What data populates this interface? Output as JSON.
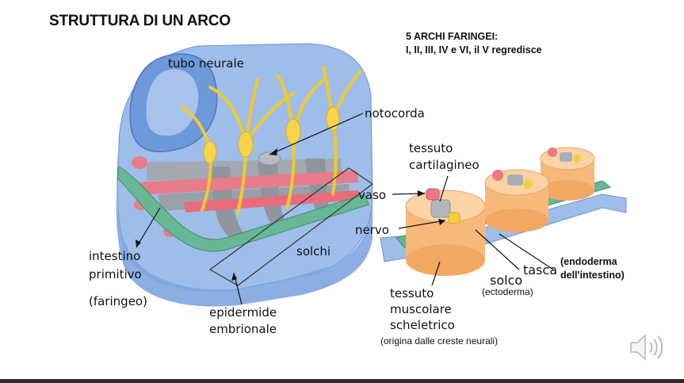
{
  "slide": {
    "title": "STRUTTURA DI UN ARCO",
    "info_line1": "5 ARCHI FARINGEI:",
    "info_line2": "I, II, III, IV e VI, il V regredisce"
  },
  "labels": {
    "tubo_neurale": "tubo neurale",
    "notocorda": "notocorda",
    "tessuto_cartilagineo_1": "tessuto",
    "tessuto_cartilagineo_2": "cartilagineo",
    "vaso": "vaso",
    "nervo": "nervo",
    "intestino_1": "intestino",
    "intestino_2": "primitivo",
    "intestino_3": "(faringeo)",
    "solchi": "solchi",
    "epidermide_1": "epidermide",
    "epidermide_2": "embrionale",
    "tasca": "tasca",
    "endoderma_1": "(endoderma",
    "endoderma_2": "dell'intestino)",
    "solco": "solco",
    "ectoderma": "(ectoderma)",
    "muscolare_1": "tessuto",
    "muscolare_2": "muscolare",
    "muscolare_3": "scheletrico",
    "muscolare_note": "(origina dalle creste neurali)"
  },
  "colors": {
    "epidermis": "#8fb3e6",
    "neural_tube": "#7fa7e0",
    "nerve": "#f2cf3a",
    "vessel": "#e87a86",
    "cartilage": "#a9aeb6",
    "muscle": "#f6b97a",
    "endoderm": "#5fae8f"
  },
  "icons": {
    "audio": "speaker-icon"
  }
}
